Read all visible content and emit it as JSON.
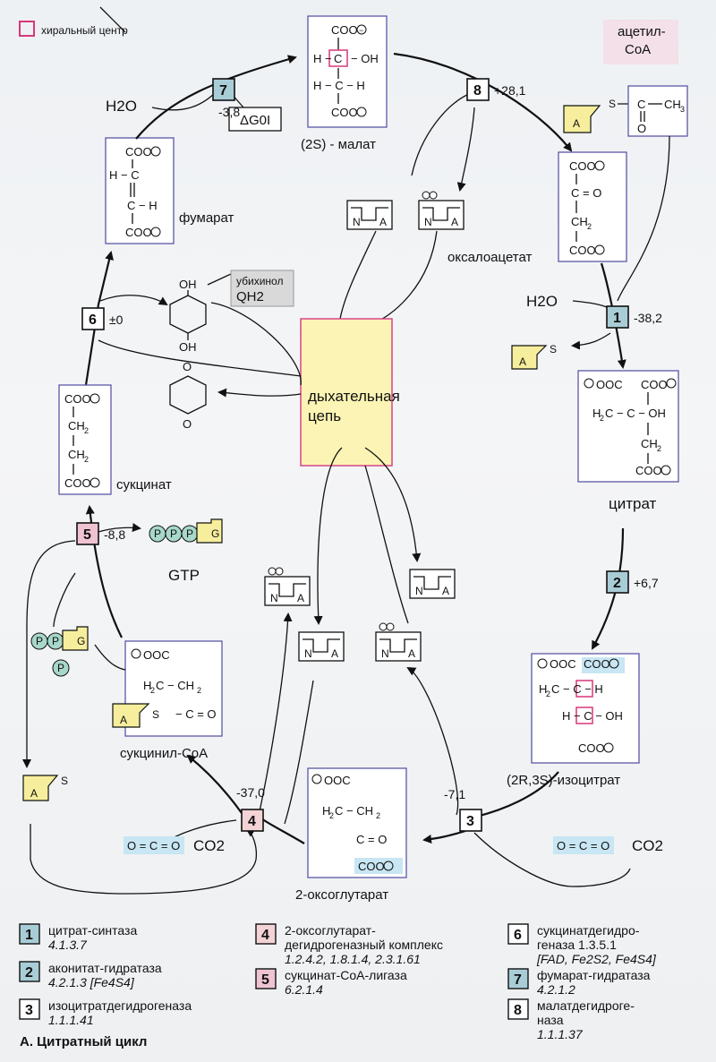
{
  "chiral_legend": "хиральный центр",
  "compounds": {
    "acetyl_coa": "ацетил-\nCoA",
    "oxaloacetate": "оксалоацетат",
    "citrate": "цитрат",
    "isocitrate": "(2R,3S)-изоцитрат",
    "oxoglutarate": "2-оксоглутарат",
    "succinyl_coa": "сукцинил-CoA",
    "succinate": "сукцинат",
    "fumarate": "фумарат",
    "malate": "(2S) - малат",
    "ubiquinol": "убихинол",
    "qh2": "QH2",
    "gtp": "GTP",
    "co2_left": "CO2",
    "co2_right": "CO2",
    "h2o_top": "H2O",
    "h2o_right": "H2O"
  },
  "respiratory_chain": "дыхательная\nцепь",
  "delta_g_label": "ΔG0I",
  "steps": [
    {
      "n": "1",
      "dg": "-38,2",
      "color": "#a9cdd6"
    },
    {
      "n": "2",
      "dg": "+6,7",
      "color": "#a9cdd6"
    },
    {
      "n": "3",
      "dg": "-7,1",
      "color": "#ffffff"
    },
    {
      "n": "4",
      "dg": "-37,0",
      "color": "#f3d3d6"
    },
    {
      "n": "5",
      "dg": "-8,8",
      "color": "#efc3d2"
    },
    {
      "n": "6",
      "dg": "±0",
      "color": "#ffffff"
    },
    {
      "n": "7",
      "dg": "-3,8",
      "color": "#a9cdd6"
    },
    {
      "n": "8",
      "dg": "+28,1",
      "color": "#ffffff"
    }
  ],
  "legend": [
    {
      "n": "1",
      "name": "цитрат-синтаза",
      "ec": "4.1.3.7"
    },
    {
      "n": "2",
      "name": "аконитат-гидратаза",
      "ec": "4.2.1.3 [Fe4S4]"
    },
    {
      "n": "3",
      "name": "изоцитратдегидрогеназа",
      "ec": "1.1.1.41"
    },
    {
      "n": "4",
      "name": "2-оксоглутарат-\nдегидрогеназный комплекс",
      "ec": "1.2.4.2, 1.8.1.4, 2.3.1.61"
    },
    {
      "n": "5",
      "name": "сукцинат-CoA-лигаза",
      "ec": "6.2.1.4"
    },
    {
      "n": "6",
      "name": "сукцинатдегидро-\nгеназа 1.3.5.1",
      "ec": "[FAD, Fe2S2, Fe4S4]"
    },
    {
      "n": "7",
      "name": "фумарат-гидратаза",
      "ec": "4.2.1.2"
    },
    {
      "n": "8",
      "name": "малатдегидроге-\nназа",
      "ec": "1.1.1.37"
    }
  ],
  "caption": "А. Цитратный цикл",
  "colors": {
    "mol_box_stroke": "#5a58a6",
    "chiral": "#d8377a",
    "resp_fill": "#fbf4b4",
    "resp_stroke": "#d8448a",
    "coa_fill": "#f6ee9c",
    "highlight": "#c8e6f3",
    "phosphate": "#a7d8c9"
  }
}
